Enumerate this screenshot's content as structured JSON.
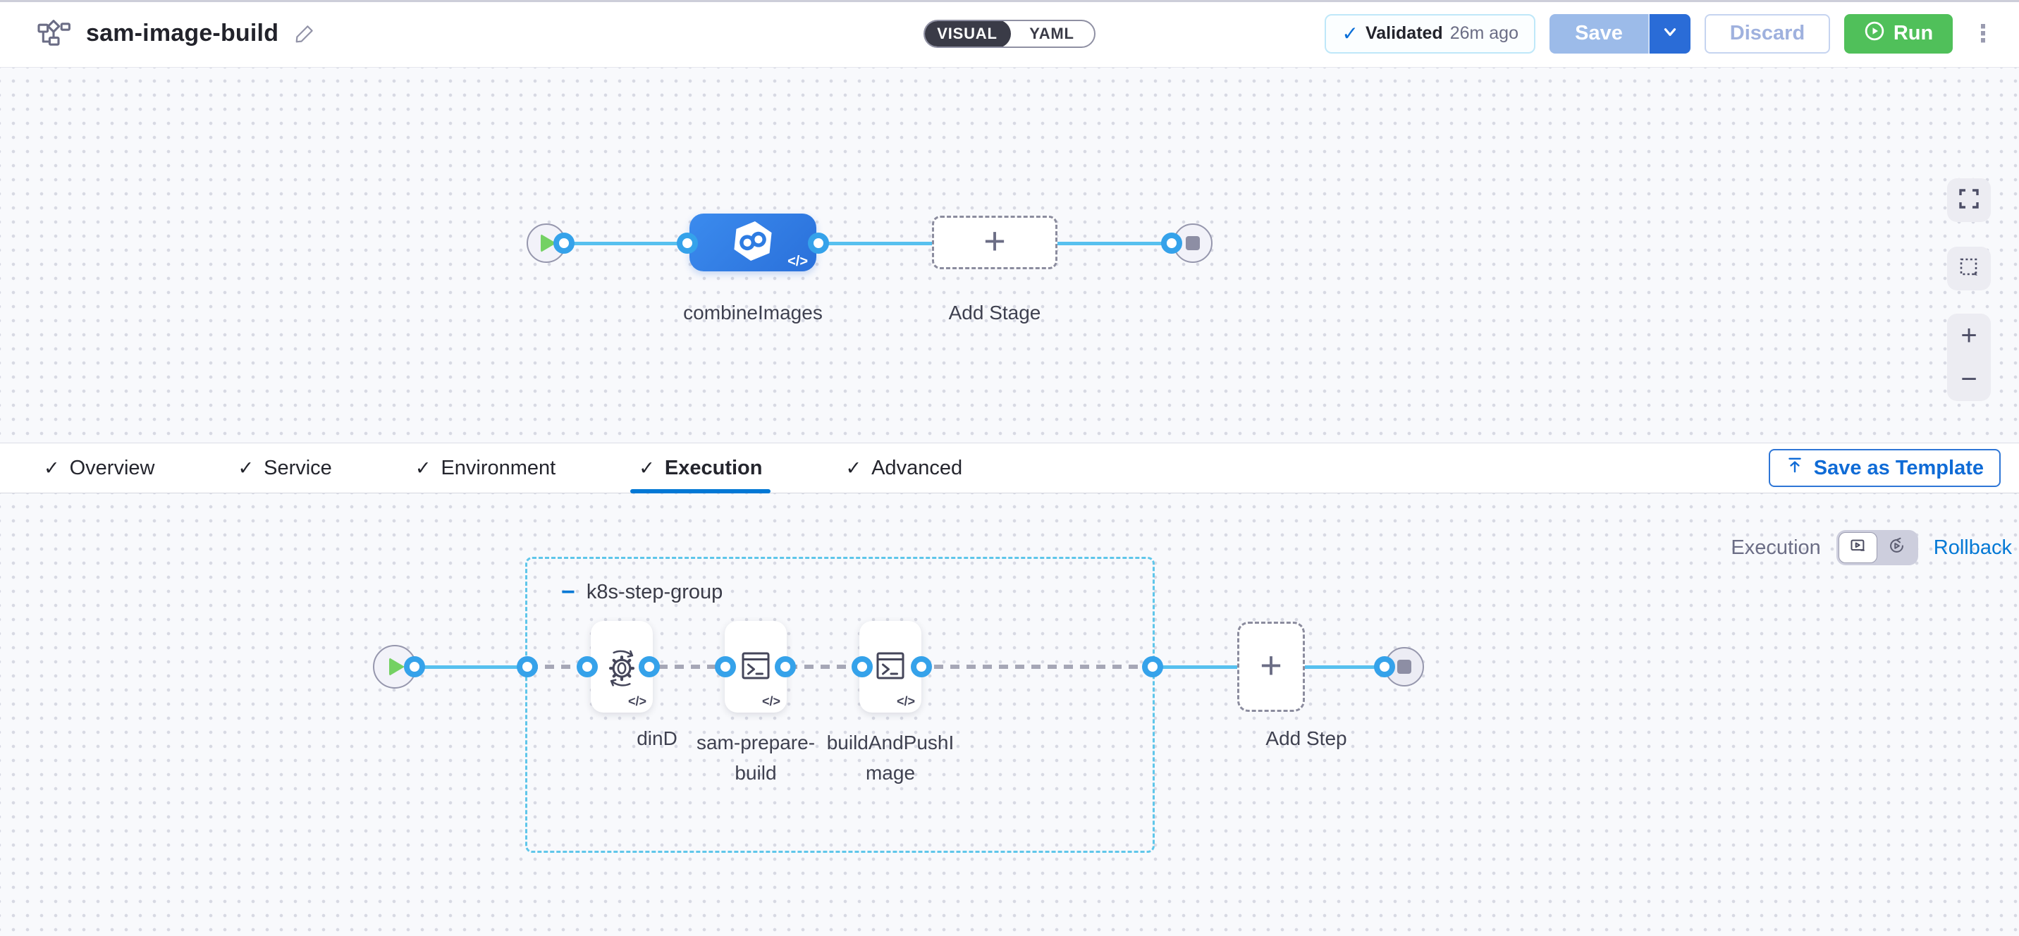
{
  "header": {
    "title": "sam-image-build",
    "mode_toggle": {
      "visual": "VISUAL",
      "yaml": "YAML",
      "selected": "VISUAL"
    },
    "validated_badge": {
      "check": "✓",
      "label": "Validated",
      "time": "26m ago"
    },
    "buttons": {
      "save": "Save",
      "discard": "Discard",
      "run": "Run"
    },
    "menu_glyph": "⋮"
  },
  "stage_canvas": {
    "stage_label": "combineImages",
    "stage_code_glyph": "</>",
    "add_stage_label": "Add Stage",
    "add_glyph": "+",
    "controls": {
      "zoom_in": "+",
      "zoom_out": "−"
    }
  },
  "tabs": {
    "items": [
      {
        "label": "Overview",
        "check": "✓"
      },
      {
        "label": "Service",
        "check": "✓"
      },
      {
        "label": "Environment",
        "check": "✓"
      },
      {
        "label": "Execution",
        "check": "✓",
        "selected": true
      },
      {
        "label": "Advanced",
        "check": "✓"
      }
    ],
    "save_as_template": "Save as Template"
  },
  "execution_canvas": {
    "mode_label": "Execution",
    "rollback_label": "Rollback",
    "group": {
      "collapse_glyph": "−",
      "label": "k8s-step-group"
    },
    "steps": [
      {
        "label": "dinD",
        "icon": "gear-sync-icon",
        "code_glyph": "</>"
      },
      {
        "label": "sam-prepare-build",
        "icon": "terminal-icon",
        "code_glyph": "</>"
      },
      {
        "label": "buildAndPushImage",
        "icon": "terminal-icon",
        "code_glyph": "</>"
      }
    ],
    "add_step_label": "Add Step",
    "add_glyph": "+"
  },
  "colors": {
    "primary_blue": "#0278d5",
    "stage_blue": "#2f7de2",
    "connector_blue": "#57c0ef",
    "group_border_blue": "#5fc6ea",
    "run_green": "#50c05a",
    "save_disabled_blue": "#9cbbe9",
    "save_caret_blue": "#2a6cd7",
    "toggle_dark": "#3a3b47"
  }
}
